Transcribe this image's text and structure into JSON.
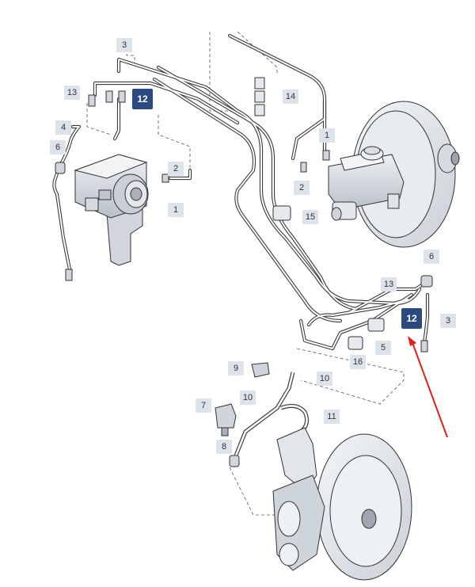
{
  "callouts": {
    "c3_top": "3",
    "c13_left": "13",
    "c12_top": "12",
    "c4": "4",
    "c6_left": "6",
    "c2_mid": "2",
    "c1_mid": "1",
    "c14": "14",
    "c1_right": "1",
    "c2_right": "2",
    "c15": "15",
    "c6_right": "6",
    "c13_right": "13",
    "c12_right": "12",
    "c3_right": "3",
    "c5": "5",
    "c16": "16",
    "c9": "9",
    "c10_upper": "10",
    "c10_lower": "10",
    "c7": "7",
    "c11": "11",
    "c8": "8"
  },
  "colors": {
    "highlight_callout": "#2b4a80",
    "callout_bg": "#dde3ea",
    "arrow": "#e0201c",
    "line": "#333333"
  }
}
